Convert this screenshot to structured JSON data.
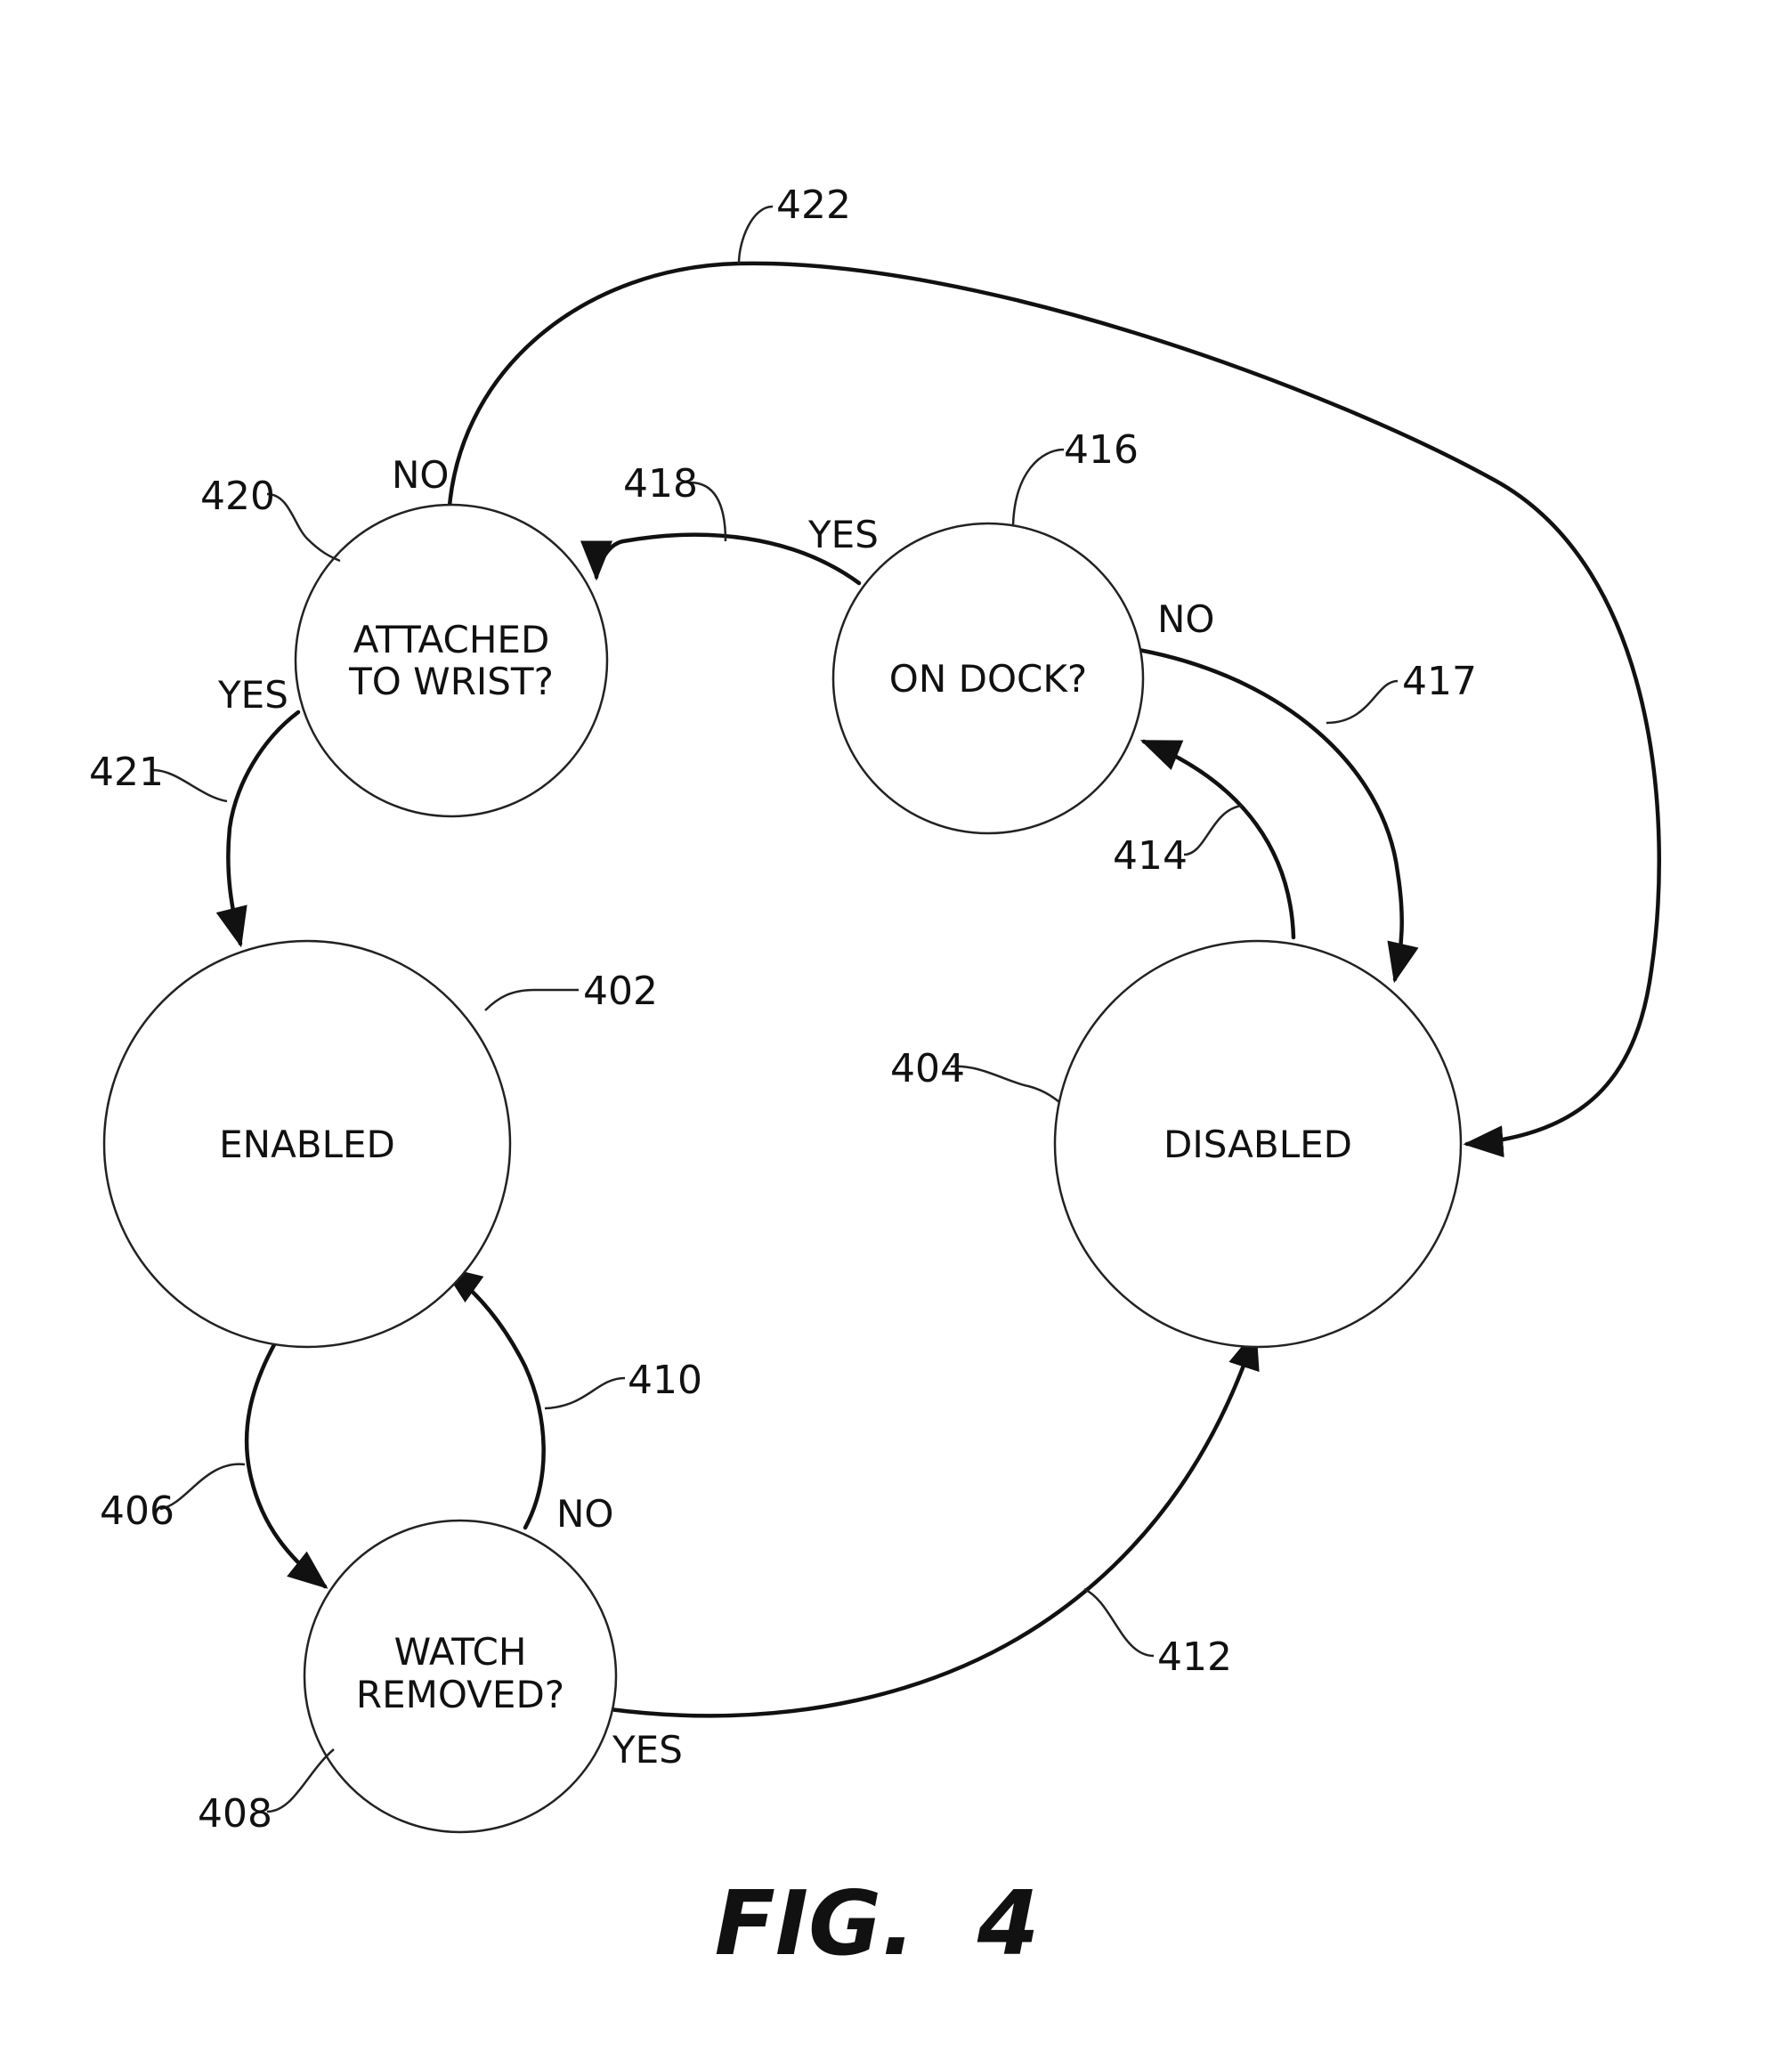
{
  "figure": {
    "caption": "FIG.  4"
  },
  "nodes": {
    "enabled": {
      "ref": "402",
      "line1": "ENABLED"
    },
    "disabled": {
      "ref": "404",
      "line1": "DISABLED"
    },
    "removed": {
      "ref": "408",
      "line1": "WATCH",
      "line2": "REMOVED?"
    },
    "dock": {
      "ref": "416",
      "line1": "ON DOCK?"
    },
    "wrist": {
      "ref": "420",
      "line1": "ATTACHED",
      "line2": "TO WRIST?"
    }
  },
  "edges": {
    "e406": {
      "ref": "406"
    },
    "e410": {
      "ref": "410",
      "cond": "NO"
    },
    "e412": {
      "ref": "412",
      "cond": "YES"
    },
    "e414": {
      "ref": "414"
    },
    "e417": {
      "ref": "417",
      "cond": "NO"
    },
    "e418": {
      "ref": "418",
      "cond": "YES"
    },
    "e421": {
      "ref": "421",
      "cond": "YES"
    },
    "e422": {
      "ref": "422",
      "cond": "NO"
    }
  }
}
